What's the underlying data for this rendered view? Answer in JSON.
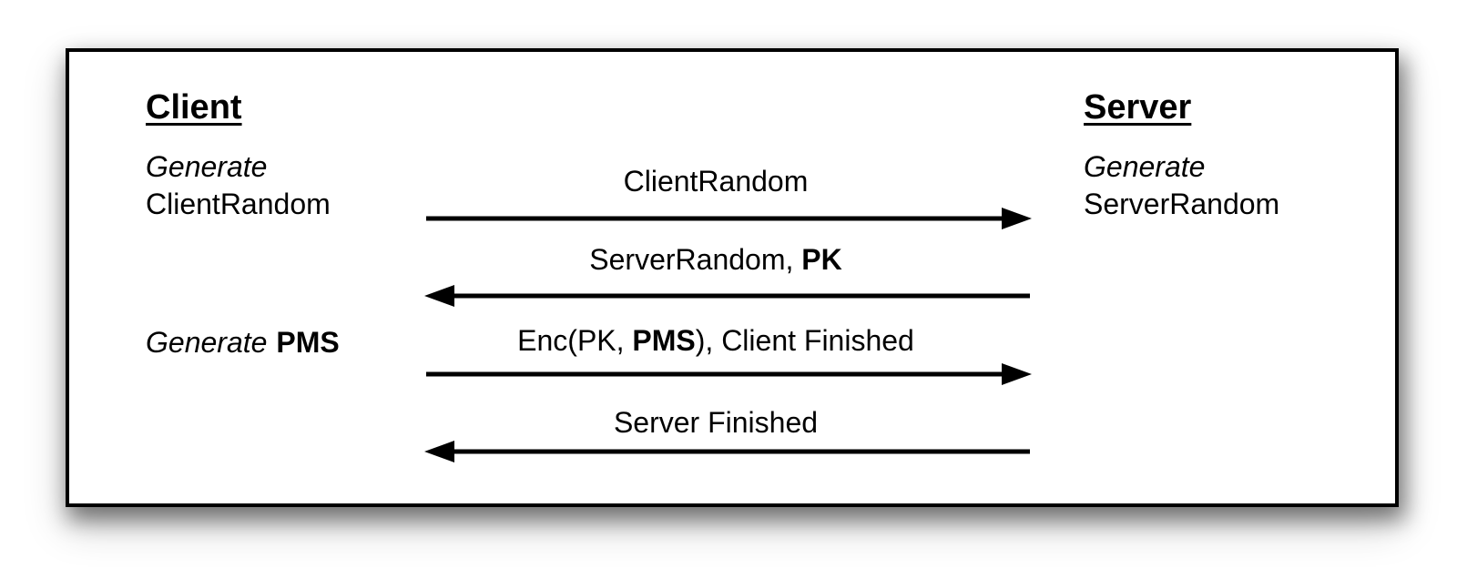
{
  "diagram": {
    "type": "sequence-diagram",
    "colors": {
      "background": "#ffffff",
      "frame_border": "#000000",
      "text": "#000000",
      "arrow": "#000000"
    },
    "actors": {
      "client": {
        "title": "Client",
        "note_generate": {
          "italic": "Generate",
          "value": "ClientRandom"
        },
        "note_pms": {
          "italic": "Generate",
          "bold": "PMS"
        }
      },
      "server": {
        "title": "Server",
        "note_generate": {
          "italic": "Generate",
          "value": "ServerRandom"
        }
      }
    },
    "messages": [
      {
        "direction": "right",
        "from": "Client",
        "to": "Server",
        "pre": "ClientRandom",
        "bold": "",
        "post": ""
      },
      {
        "direction": "left",
        "from": "Server",
        "to": "Client",
        "pre": "ServerRandom, ",
        "bold": "PK",
        "post": ""
      },
      {
        "direction": "right",
        "from": "Client",
        "to": "Server",
        "pre": "Enc(PK, ",
        "bold": "PMS",
        "post": "), Client Finished"
      },
      {
        "direction": "left",
        "from": "Server",
        "to": "Client",
        "pre": "Server Finished",
        "bold": "",
        "post": ""
      }
    ]
  }
}
